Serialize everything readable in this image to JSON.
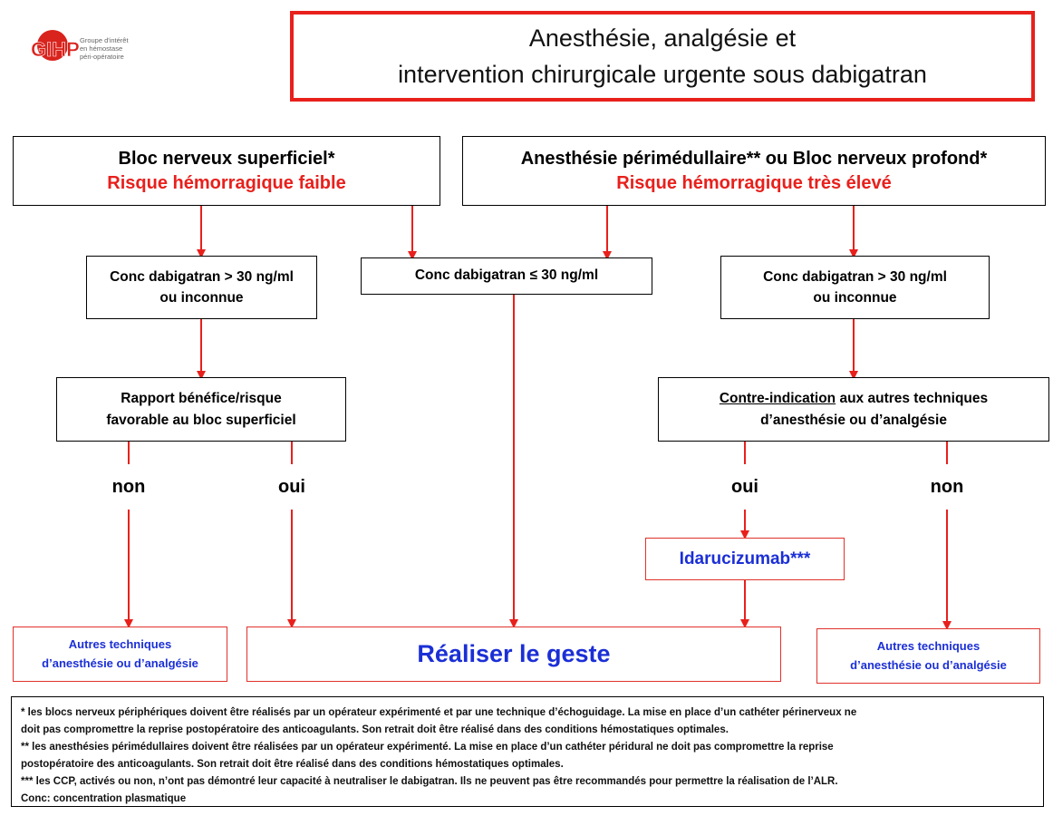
{
  "logo": {
    "mark": "GIHP",
    "tagline": [
      "Groupe d'intérêt",
      "en hémostase",
      "péri-opératoire"
    ]
  },
  "title": {
    "line1": "Anesthésie, analgésie et",
    "line2": "intervention chirurgicale urgente sous dabigatran"
  },
  "top_left": {
    "line1": "Bloc nerveux superficiel*",
    "risk": "Risque hémorragique faible"
  },
  "top_right": {
    "line1": "Anesthésie périmédullaire** ou Bloc nerveux profond*",
    "risk": "Risque hémorragique très élevé"
  },
  "conc_high_left": {
    "line1": "Conc dabigatran > 30 ng/ml",
    "line2": "ou inconnue"
  },
  "conc_low": {
    "line1": "Conc dabigatran ≤ 30 ng/ml"
  },
  "conc_high_right": {
    "line1": "Conc dabigatran > 30 ng/ml",
    "line2": "ou inconnue"
  },
  "benefit": {
    "line1": "Rapport bénéfice/risque",
    "line2": "favorable au bloc superficiel"
  },
  "contra": {
    "underlined": "Contre-indication",
    "line1_rest": " aux autres techniques",
    "line2": "d’anesthésie ou d’analgésie"
  },
  "labels": {
    "non_left": "non",
    "oui_left": "oui",
    "oui_right": "oui",
    "non_right": "non"
  },
  "idarucizumab": "Idarucizumab***",
  "other_left": {
    "line1": "Autres techniques",
    "line2": "d’anesthésie ou d’analgésie"
  },
  "perform": "Réaliser le geste",
  "other_right": {
    "line1": "Autres techniques",
    "line2": "d’anesthésie ou d’analgésie"
  },
  "footnotes": [
    "* les blocs nerveux périphériques doivent être réalisés par un opérateur expérimenté et par une technique d’échoguidage. La mise en place d’un cathéter périnerveux ne",
    "doit pas compromettre la reprise postopératoire des anticoagulants. Son retrait doit être réalisé dans des conditions hémostatiques optimales.",
    "** les anesthésies périmédullaires doivent être réalisées par un opérateur expérimenté. La mise en place d’un cathéter péridural ne doit pas compromettre la reprise",
    "postopératoire des anticoagulants. Son retrait doit être réalisé dans des conditions hémostatiques optimales.",
    "*** les CCP, activés ou non, n’ont pas démontré leur capacité à neutraliser le dabigatran. Ils ne peuvent pas être recommandés pour permettre la réalisation de l’ALR.",
    "Conc: concentration plasmatique"
  ],
  "colors": {
    "arrow": "#e8201c",
    "risk": "#e8201c",
    "action": "#1b2fd6",
    "title_border": "#e8201c",
    "logo": "#d9231d"
  }
}
